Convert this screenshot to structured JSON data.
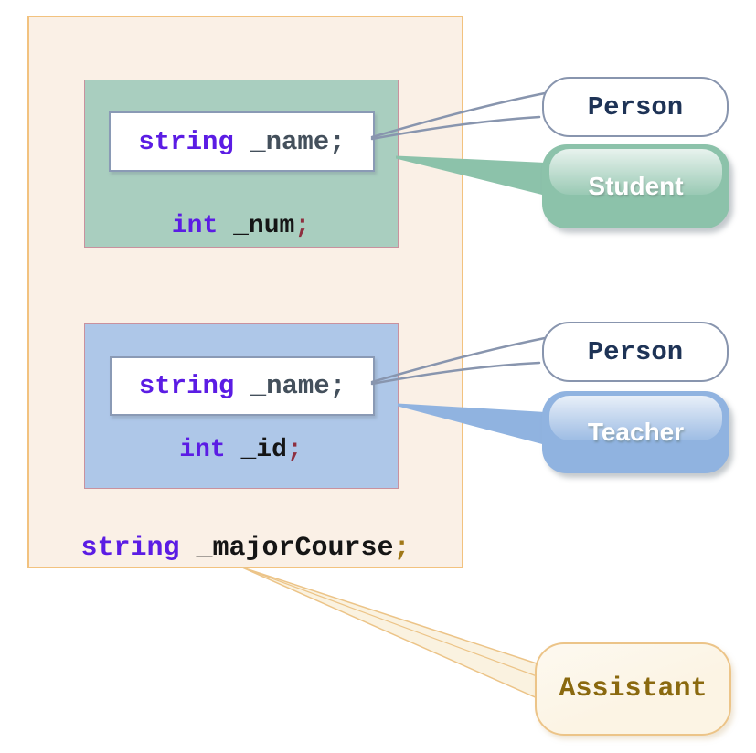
{
  "member_boxes": {
    "student": {
      "name_field": {
        "keyword": "string",
        "identifier": "_name",
        "terminator": ";"
      },
      "num_field": {
        "keyword": "int",
        "identifier": "_num",
        "terminator": ";"
      }
    },
    "teacher": {
      "name_field": {
        "keyword": "string",
        "identifier": "_name",
        "terminator": ";"
      },
      "id_field": {
        "keyword": "int",
        "identifier": "_id",
        "terminator": ";"
      }
    },
    "assistant": {
      "major_course_field": {
        "keyword": "string",
        "identifier": "_majorCourse",
        "terminator": ";"
      }
    }
  },
  "bubbles": {
    "person_top": {
      "label": "Person"
    },
    "student": {
      "label": "Student"
    },
    "person_middle": {
      "label": "Person"
    },
    "teacher": {
      "label": "Teacher"
    },
    "assistant": {
      "label": "Assistant"
    }
  },
  "colors": {
    "keyword": "#5b1ce4",
    "ident-muted": "#44505c",
    "ident-dark": "#151515",
    "semi-red": "#8e2f3f",
    "semi-gold": "#a07818",
    "frame-bg": "#faf0e6",
    "frame-border": "#f2c27f",
    "inner-border": "#c9919e",
    "student-bg": "#a9cebf",
    "teacher-bg": "#aec7e8",
    "field-border": "#8a9ab5",
    "person-border": "#8895ae",
    "person-text": "#1e3356",
    "student-pill": "#8cc2aa",
    "teacher-pill": "#90b3e0",
    "assistant-bg": "#fcf4e4",
    "assistant-border": "#ecc488",
    "assistant-text": "#8a690f"
  }
}
